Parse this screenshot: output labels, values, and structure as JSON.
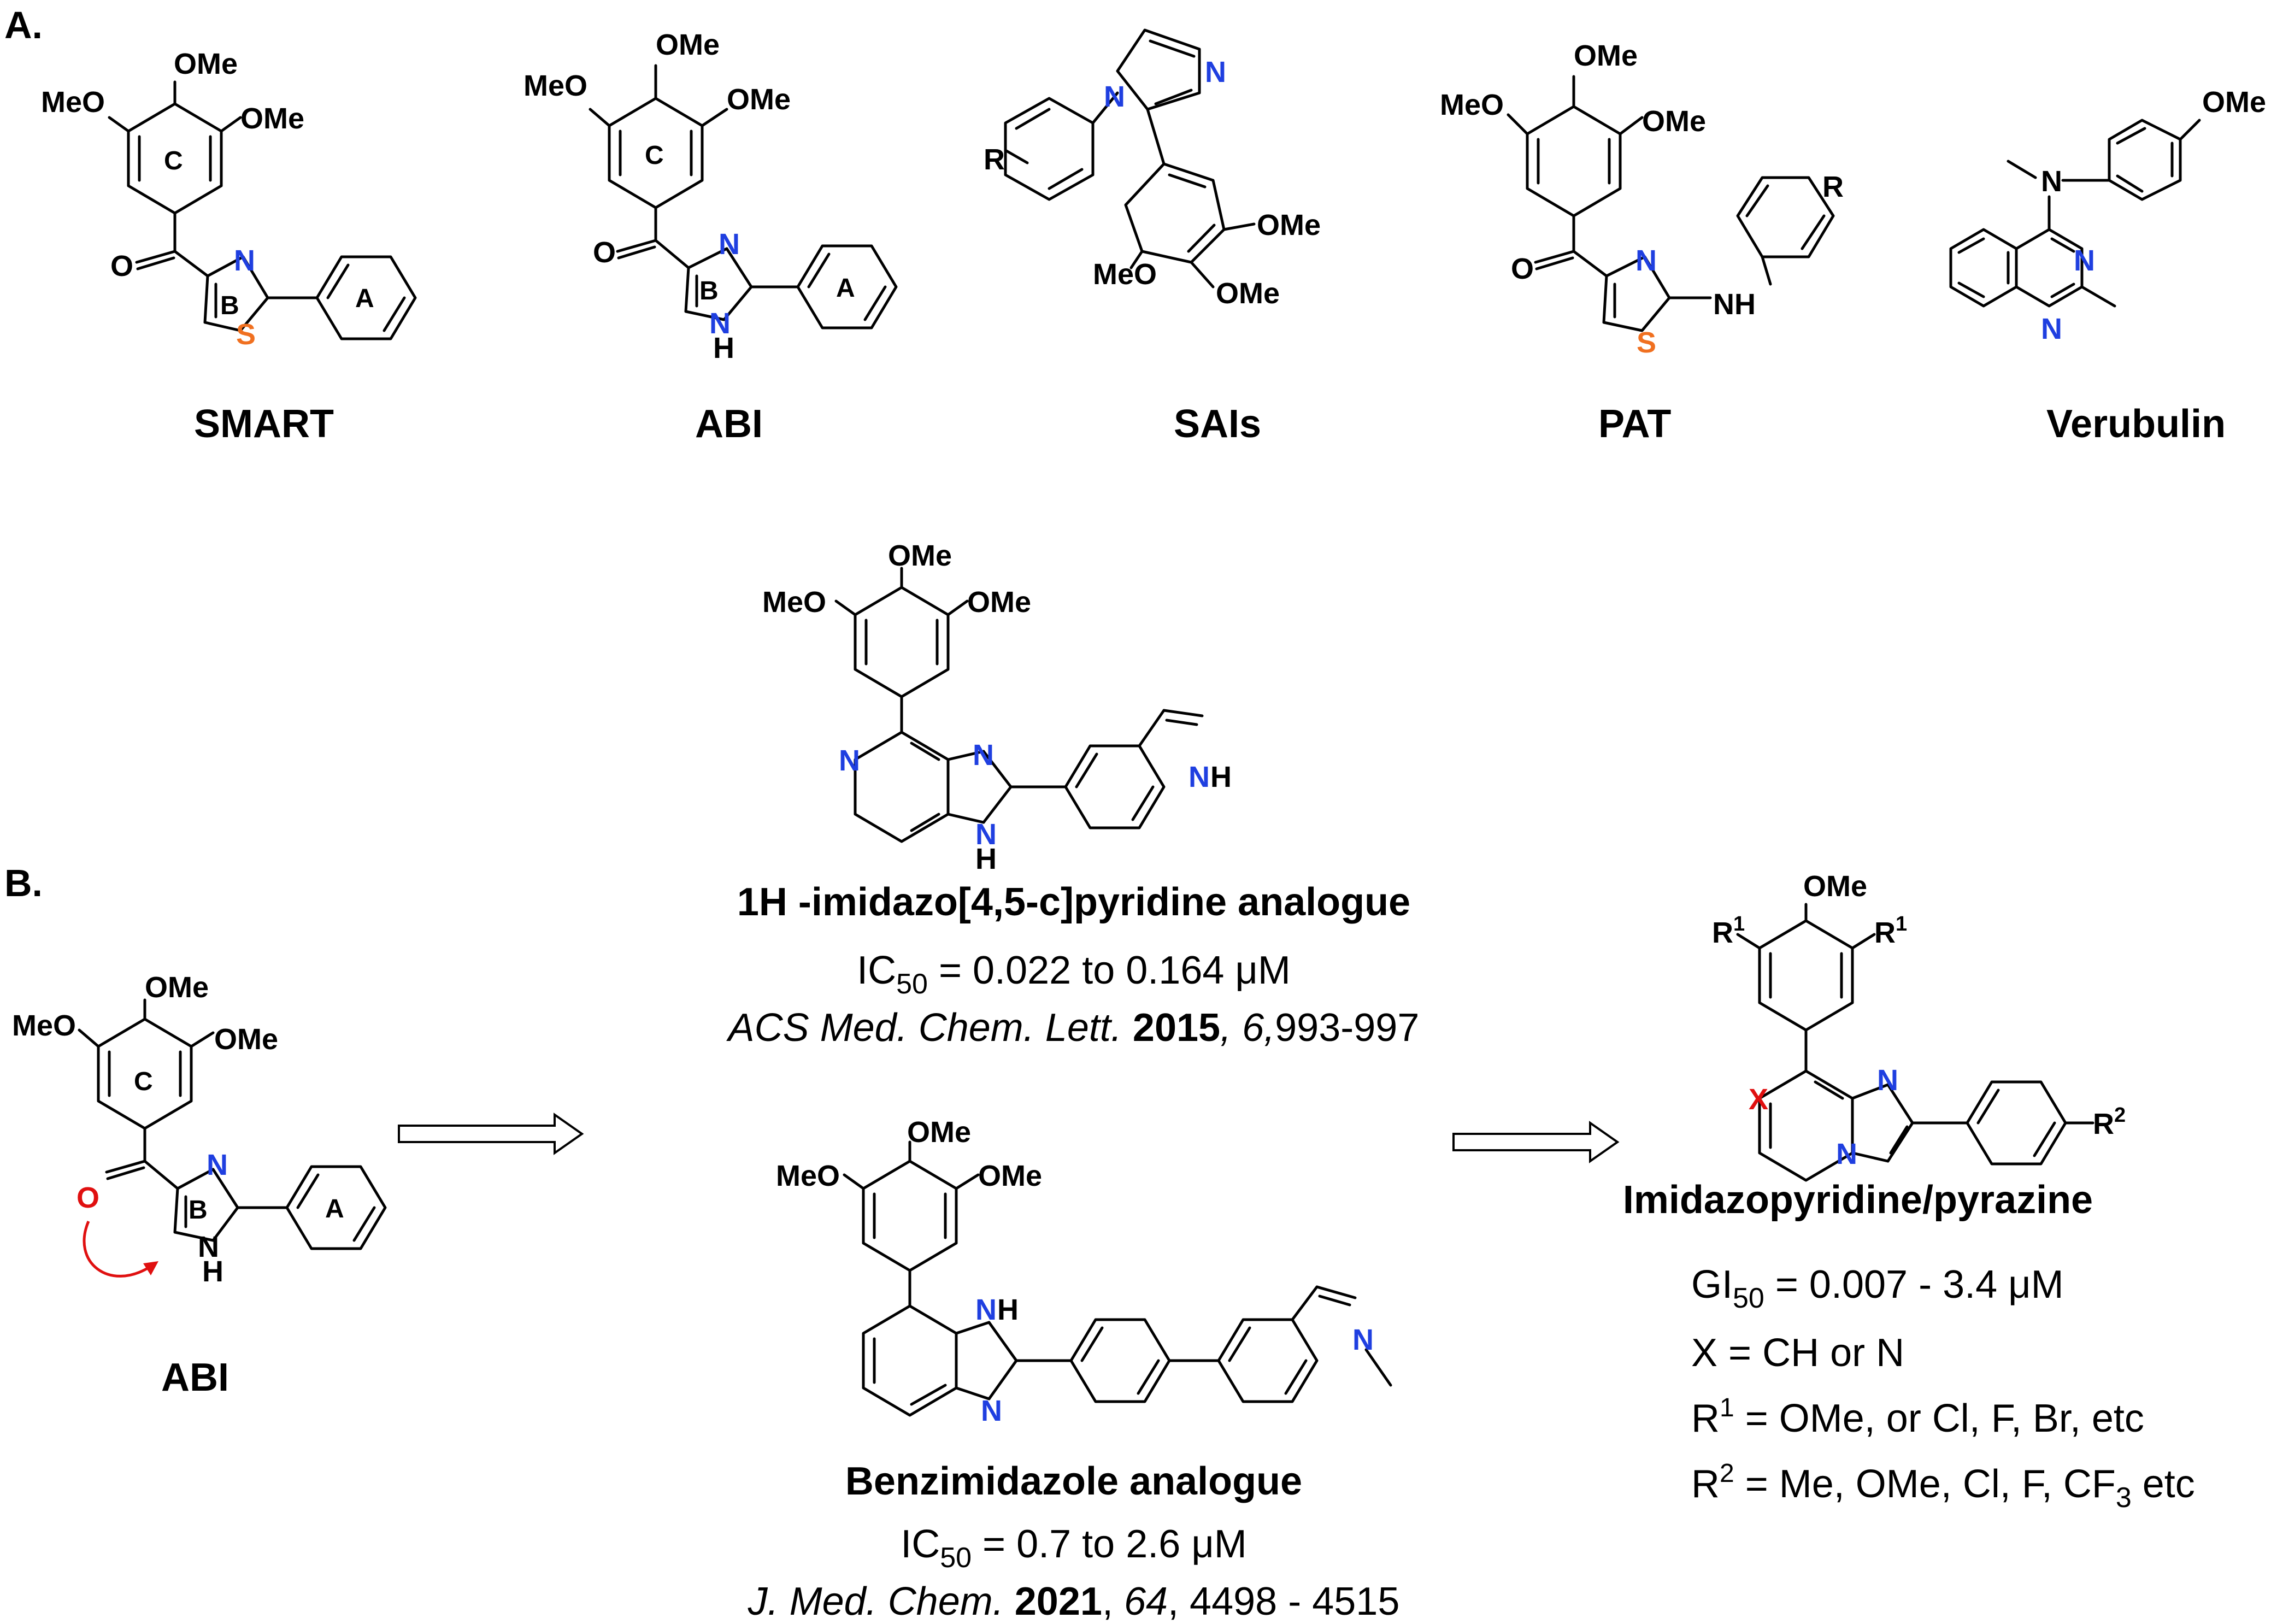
{
  "sections": {
    "a": "A.",
    "b": "B."
  },
  "atoms": {
    "OMe": "OMe",
    "MeO": "MeO",
    "O": "O",
    "N": "N",
    "S": "S",
    "H": "H",
    "NH": "NH",
    "R": "R",
    "R1": "R",
    "R2": "R",
    "X": "X",
    "sup1": "1",
    "sup2": "2"
  },
  "ring_labels": {
    "A": "A",
    "B": "B",
    "C": "C"
  },
  "compounds": {
    "smart": "SMART",
    "abi": "ABI",
    "sais": "SAIs",
    "pat": "PAT",
    "verubulin": "Verubulin",
    "abi_b": "ABI"
  },
  "imidazopyridine": {
    "name": "1H -imidazo[4,5-c]pyridine analogue",
    "ic_prefix": "IC",
    "ic_sub": "50",
    "ic_value": " = 0.022 to 0.164 μM",
    "ref_journal": "ACS Med. Chem. Lett. ",
    "ref_year": "2015",
    "ref_volume": ", 6,",
    "ref_pages": "993-997"
  },
  "benzimidazole": {
    "name": "Benzimidazole analogue",
    "ic_prefix": "IC",
    "ic_sub": "50",
    "ic_value": " = 0.7 to 2.6 μM",
    "ref_journal": "J. Med. Chem. ",
    "ref_year": "2021",
    "ref_volume": "64",
    "ref_pages": ", 4498 - 4515",
    "ref_sep": ", "
  },
  "target": {
    "name": "Imidazopyridine/pyrazine",
    "gi_prefix": "GI",
    "gi_sub": "50",
    "gi_value": " = 0.007 - 3.4 μM",
    "x_line": "X = CH or N",
    "r1_prefix": "R",
    "r1_sup": "1",
    "r1_value": " = OMe, or Cl, F, Br, etc",
    "r2_prefix": "R",
    "r2_sup": "2",
    "r2_value_a": " = Me, OMe, Cl, F, CF",
    "r2_sub": "3",
    "r2_value_b": " etc"
  }
}
